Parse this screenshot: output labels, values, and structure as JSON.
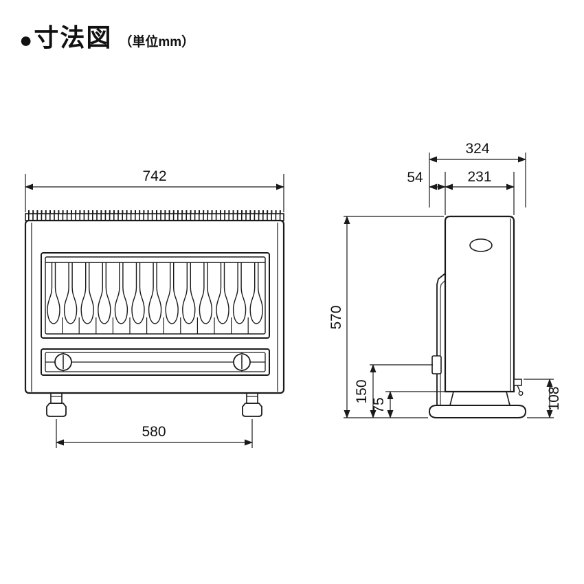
{
  "header": {
    "bullet": "●",
    "title": "寸法図",
    "unit_label": "（単位mm）"
  },
  "front_view": {
    "width_top": "742",
    "foot_span": "580"
  },
  "side_view": {
    "depth_total": "324",
    "back_offset": "54",
    "body_depth": "231",
    "height": "570",
    "inlet_height": "150",
    "base_height": "75",
    "tap_height": "108"
  }
}
